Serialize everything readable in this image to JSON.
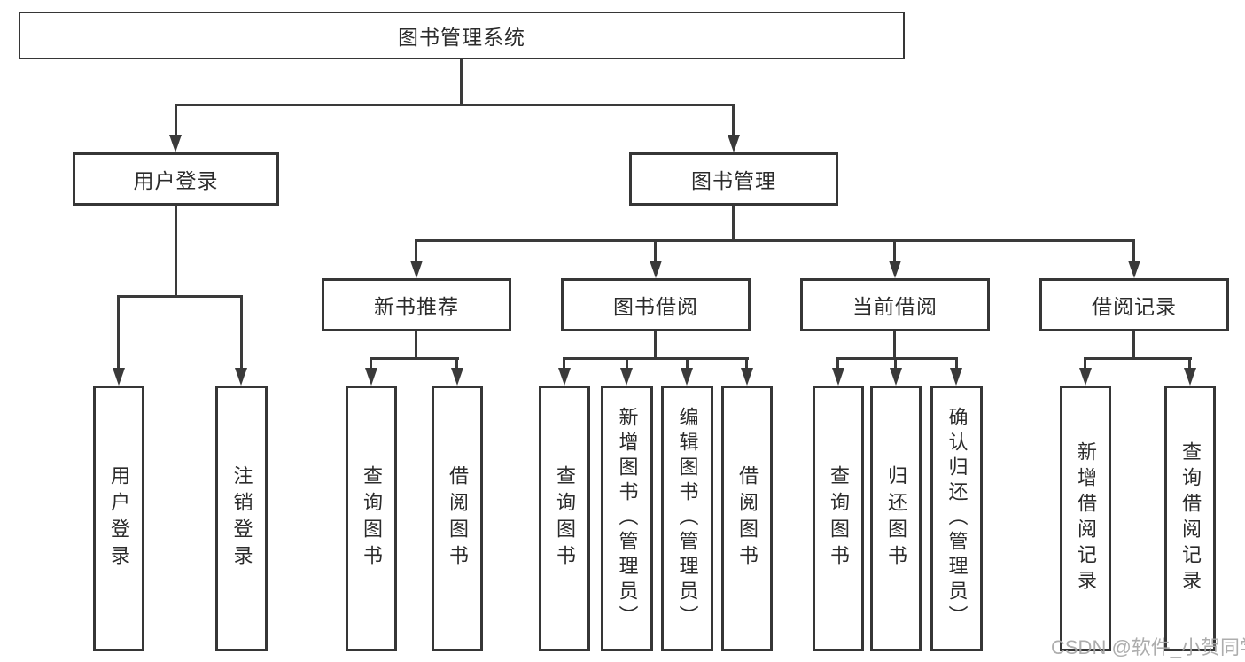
{
  "nodes": {
    "root": {
      "label": "图书管理系统"
    },
    "userLogin": {
      "label": "用户登录"
    },
    "bookMgmt": {
      "label": "图书管理"
    },
    "newBookRec": {
      "label": "新书推荐"
    },
    "bookBorrow": {
      "label": "图书借阅"
    },
    "currentBorrow": {
      "label": "当前借阅"
    },
    "borrowRecords": {
      "label": "借阅记录"
    },
    "leafUserLogin": {
      "label": "用户登录"
    },
    "leafLogout": {
      "label": "注销登录"
    },
    "leafQueryBooks1": {
      "label": "查询图书"
    },
    "leafBorrowBooks1": {
      "label": "借阅图书"
    },
    "leafQueryBooks2": {
      "label": "查询图书"
    },
    "leafAddBooks": {
      "label": "新增图书（管理员）"
    },
    "leafEditBooks": {
      "label": "编辑图书（管理员）"
    },
    "leafBorrowBooks2": {
      "label": "借阅图书"
    },
    "leafQueryBooks3": {
      "label": "查询图书"
    },
    "leafReturnBooks": {
      "label": "归还图书"
    },
    "leafConfirmReturn": {
      "label": "确认归还（管理员）"
    },
    "leafAddBorrowRec": {
      "label": "新增借阅记录"
    },
    "leafQueryBorrowRec": {
      "label": "查询借阅记录"
    }
  },
  "hierarchy": {
    "图书管理系统": {
      "用户登录": [
        "用户登录",
        "注销登录"
      ],
      "图书管理": {
        "新书推荐": [
          "查询图书",
          "借阅图书"
        ],
        "图书借阅": [
          "查询图书",
          "新增图书（管理员）",
          "编辑图书（管理员）",
          "借阅图书"
        ],
        "当前借阅": [
          "查询图书",
          "归还图书",
          "确认归还（管理员）"
        ],
        "借阅记录": [
          "新增借阅记录",
          "查询借阅记录"
        ]
      }
    }
  },
  "watermark": {
    "text": "CSDN @软件_小贺同学"
  },
  "colors": {
    "line": "#3a3a3a",
    "box_border": "#363636",
    "text": "#2b2b2b",
    "watermark": "#a6a6a6",
    "background": "#ffffff"
  }
}
